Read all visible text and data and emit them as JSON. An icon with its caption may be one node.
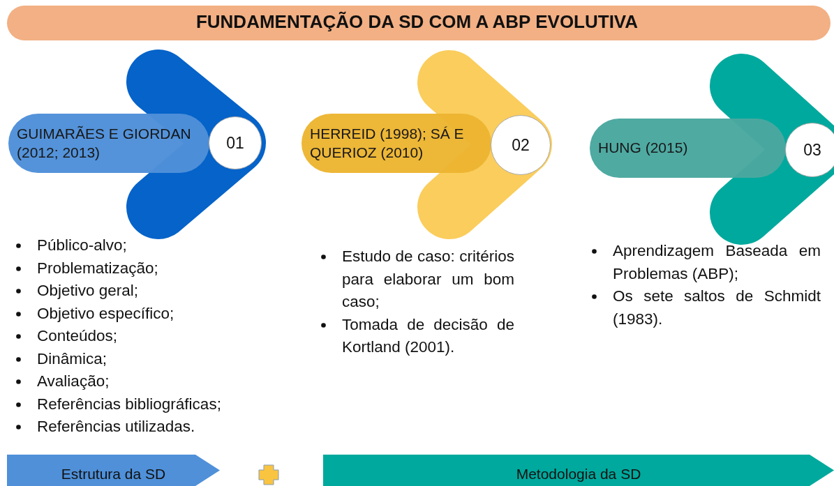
{
  "diagram": {
    "title": "FUNDAMENTAÇÃO DA SD COM A ABP EVOLUTIVA",
    "nodes": [
      {
        "text": [
          "GUIMARÃES E GIORDAN (2012; 2013)"
        ],
        "beside": [
          "Público-alvo;",
          "Problematização;",
          "Objetivo geral;",
          "Objetivo específico;",
          "Conteúdos;",
          "Dinâmica;",
          "Avaliação;",
          "Referências bibliográficas;",
          "Referências utilizadas."
        ]
      },
      {
        "text": [
          "01"
        ]
      },
      {
        "text": [
          "HERREID (1998); SÁ E QUERIOZ (2010)"
        ],
        "beside": [
          "Estudo de caso: critérios para elaborar um bom caso;",
          "Tomada de decisão de Kortland (2001)."
        ]
      },
      {
        "text": [
          "02"
        ]
      },
      {
        "text": [
          "HUNG (2015)"
        ],
        "beside": [
          "Aprendizagem Baseada em Problemas (ABP);",
          "Os sete saltos de Schmidt (1983)."
        ]
      },
      {
        "text": [
          "03"
        ]
      },
      {
        "text": [
          "Estrutura da SD"
        ]
      },
      {
        "text": [
          "Metodologia da SD"
        ]
      }
    ]
  }
}
